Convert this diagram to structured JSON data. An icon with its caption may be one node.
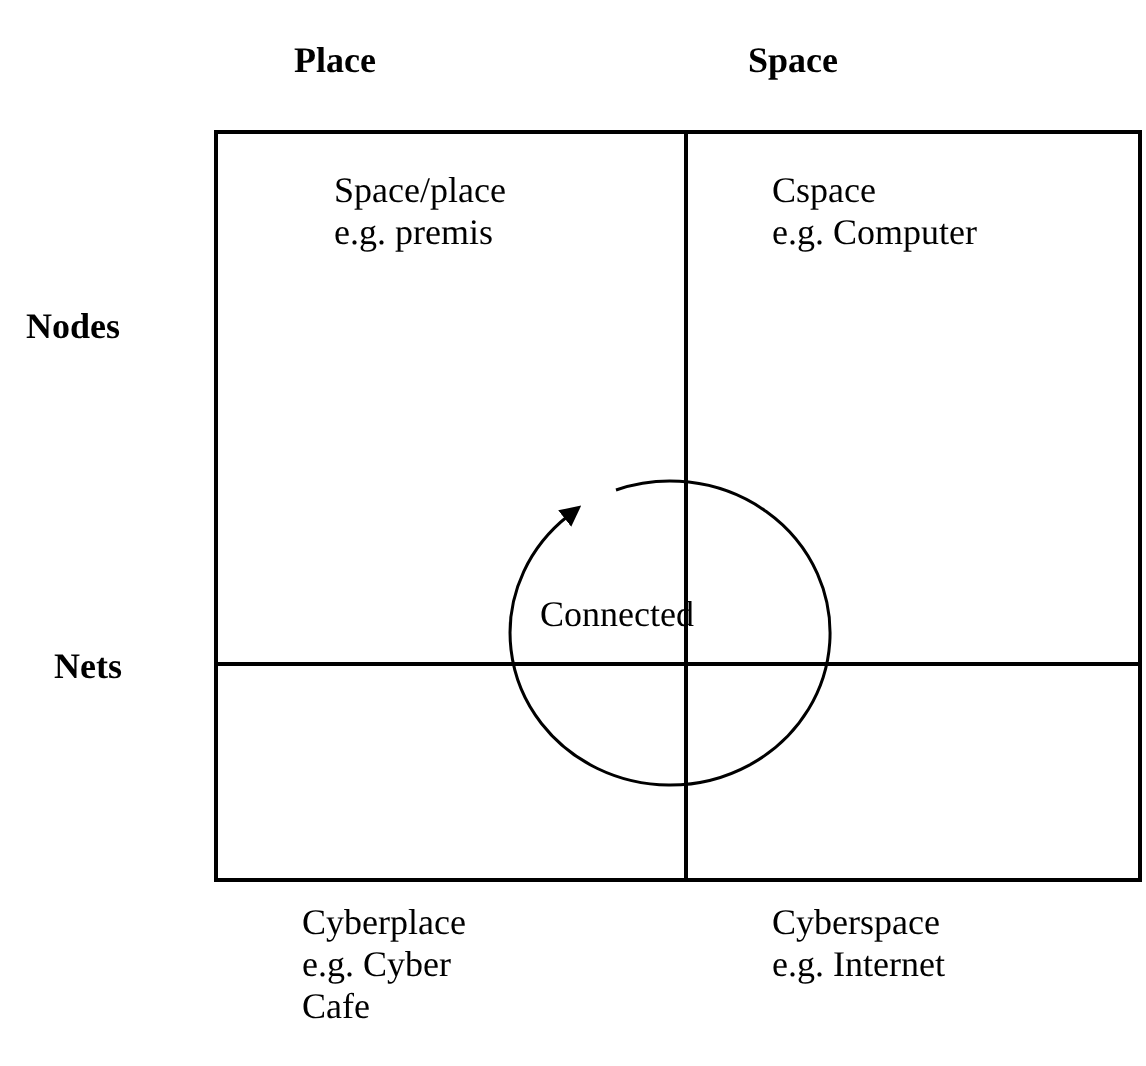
{
  "diagram": {
    "nodes": [
      {
        "text": [
          "Space/place",
          "e.g. premis"
        ]
      },
      {
        "text": [
          "Cspace",
          "e.g. Computer"
        ]
      },
      {
        "text": [
          "Cyberplace",
          "e.g. Cyber Cafe"
        ]
      },
      {
        "text": [
          "Cyberspace",
          "e.g. Internet"
        ]
      }
    ],
    "labels": [
      "Place",
      "Space",
      "Nodes",
      "Nets",
      "Connected"
    ]
  }
}
